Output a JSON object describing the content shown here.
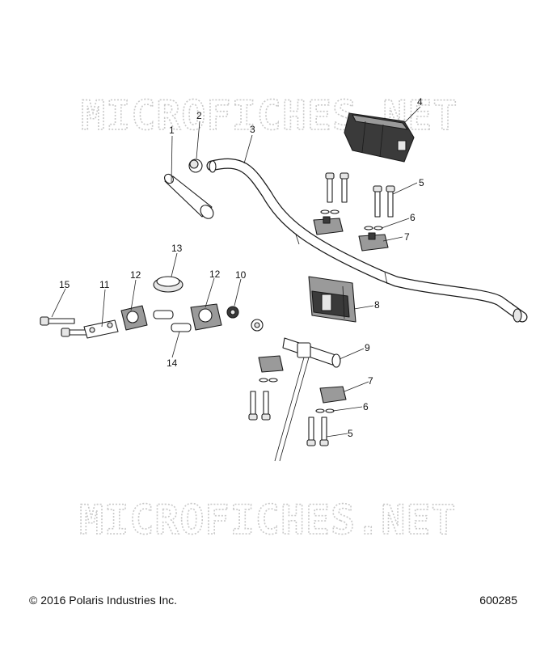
{
  "watermark": {
    "text": "MICROFICHES.NET"
  },
  "callouts": [
    {
      "id": "c1",
      "label": "1"
    },
    {
      "id": "c2",
      "label": "2"
    },
    {
      "id": "c3",
      "label": "3"
    },
    {
      "id": "c4",
      "label": "4"
    },
    {
      "id": "c5a",
      "label": "5"
    },
    {
      "id": "c6a",
      "label": "6"
    },
    {
      "id": "c7a",
      "label": "7"
    },
    {
      "id": "c8",
      "label": "8"
    },
    {
      "id": "c9",
      "label": "9"
    },
    {
      "id": "c10",
      "label": "10"
    },
    {
      "id": "c11",
      "label": "11"
    },
    {
      "id": "c12a",
      "label": "12"
    },
    {
      "id": "c12b",
      "label": "12"
    },
    {
      "id": "c13",
      "label": "13"
    },
    {
      "id": "c14",
      "label": "14"
    },
    {
      "id": "c15",
      "label": "15"
    },
    {
      "id": "c7b",
      "label": "7"
    },
    {
      "id": "c6b",
      "label": "6"
    },
    {
      "id": "c5b",
      "label": "5"
    }
  ],
  "footer": {
    "copyright": "© 2016 Polaris Industries Inc.",
    "drawing_number": "600285"
  }
}
